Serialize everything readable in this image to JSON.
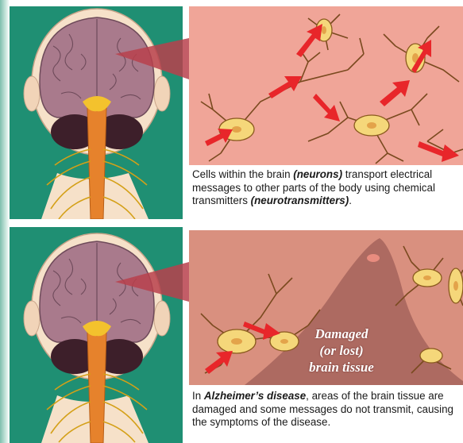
{
  "top_caption": {
    "part1": "Cells within the brain ",
    "neurons": "(neurons)",
    "part2": " transport electrical messages to other parts of the body using chemical transmitters ",
    "neurotransmitters": "(neurotransmitters)",
    "part3": "."
  },
  "bottom_caption": {
    "part1": "In ",
    "disease": "Alzheimer’s disease",
    "part2": ", areas of the brain tissue are damaged and some messages do not transmit, causing the symptoms of the disease."
  },
  "damage_label": {
    "line1": "Damaged",
    "line2": "(or lost)",
    "line3": "brain tissue"
  },
  "colors": {
    "green_panel": "#1f8f73",
    "healthy_bg": "#f0a598",
    "damaged_bg": "#d9907f",
    "arrow": "#e8262a",
    "neuron": "#f5d77a"
  }
}
